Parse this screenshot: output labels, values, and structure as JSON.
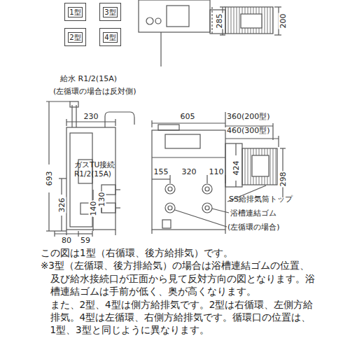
{
  "diagram": {
    "nodes": [
      {
        "text": [
          "1型"
        ]
      },
      {
        "text": [
          "3型"
        ]
      },
      {
        "text": [
          "2型"
        ]
      },
      {
        "text": [
          "4型"
        ]
      }
    ],
    "labels": [
      "285",
      "200",
      "給水 R1/2(15A)",
      "(左循環の場合は反対側)",
      "230",
      "ガスTU接続 R1/2(15A)",
      "693",
      "326",
      "140",
      "130",
      "80",
      "59",
      "605",
      "360(200型)",
      "460(300型)",
      "155",
      "320",
      "110",
      "424",
      "298",
      "SS給排気筒トップ",
      "浴槽連結ゴム",
      "(左循環の場合)",
      "この図は1型（右循環、後方給排気）です。",
      "※3型（左循環、後方排給気）の場合は浴槽連結ゴムの位置、及び給水接続口が正面から見て反対方向の図となります。浴槽連結ゴムは手前が低く、奥が高くなります。",
      "また、2型、4型は側方給排気です。2型は右循環、左側方給排気。4型は左循環、右側方給排気です。循環口の位置は、1型、3型と同じように異なります。"
    ]
  }
}
